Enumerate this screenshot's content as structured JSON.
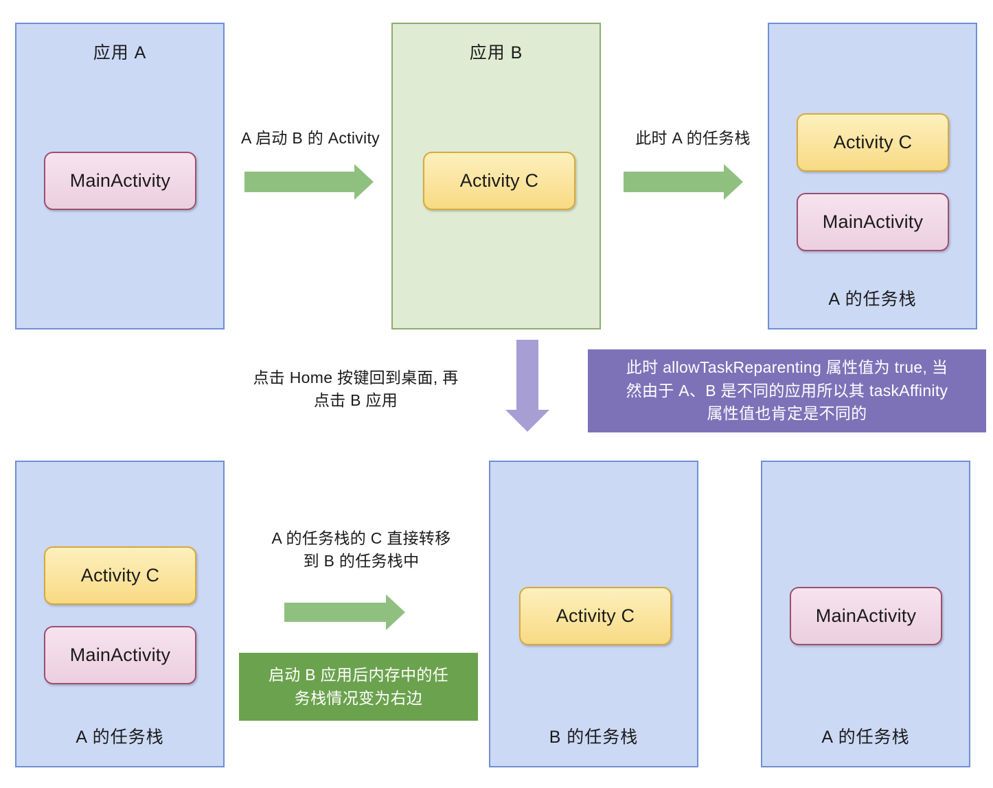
{
  "diagram": {
    "title": "Android allowTaskReparenting task stack diagram",
    "colors": {
      "panel_blue_fill": "#ccd9f5",
      "panel_blue_border": "#6f8fd4",
      "panel_green_fill": "#dfecd3",
      "panel_green_border": "#8aad6c",
      "chip_pink_fill": "#eccfdf",
      "chip_pink_border": "#9b4f72",
      "chip_yellow_fill": "#f8da84",
      "chip_yellow_border": "#d7a93c",
      "arrow_green": "#90c080",
      "arrow_purple": "#a79ed4",
      "callout_purple": "#7d72b8",
      "callout_green": "#6ba24e",
      "background": "#ffffff"
    }
  },
  "row1": {
    "app_a_panel": {
      "title": "应用 A",
      "chips": [
        {
          "label": "MainActivity",
          "style": "pink"
        }
      ]
    },
    "arrow1_label": "A 启动 B 的 Activity",
    "app_b_panel": {
      "title": "应用 B",
      "chips": [
        {
          "label": "Activity C",
          "style": "yellow"
        }
      ]
    },
    "arrow2_label": "此时 A 的任务栈",
    "stack_a_panel": {
      "footer": "A 的任务栈",
      "chips": [
        {
          "label": "Activity C",
          "style": "yellow"
        },
        {
          "label": "MainActivity",
          "style": "pink"
        }
      ]
    }
  },
  "middle": {
    "home_label": "点击 Home 按键回到桌面, 再\n点击 B 应用",
    "home_label_line1": "点击 Home 按键回到桌面, 再",
    "home_label_line2": "点击 B 应用",
    "purple_callout_line1": "此时 allowTaskReparenting 属性值为 true, 当",
    "purple_callout_line2": "然由于 A、B 是不同的应用所以其 taskAffinity",
    "purple_callout_line3": "属性值也肯定是不同的"
  },
  "row2": {
    "stack_a_before": {
      "footer": "A 的任务栈",
      "chips": [
        {
          "label": "Activity C",
          "style": "yellow"
        },
        {
          "label": "MainActivity",
          "style": "pink"
        }
      ]
    },
    "transfer_label_line1": "A 的任务栈的 C 直接转移",
    "transfer_label_line2": "到 B 的任务栈中",
    "green_callout_line1": "启动 B 应用后内存中的任",
    "green_callout_line2": "务栈情况变为右边",
    "stack_b_after": {
      "footer": "B 的任务栈",
      "chips": [
        {
          "label": "Activity C",
          "style": "yellow"
        }
      ]
    },
    "stack_a_after": {
      "footer": "A 的任务栈",
      "chips": [
        {
          "label": "MainActivity",
          "style": "pink"
        }
      ]
    }
  }
}
